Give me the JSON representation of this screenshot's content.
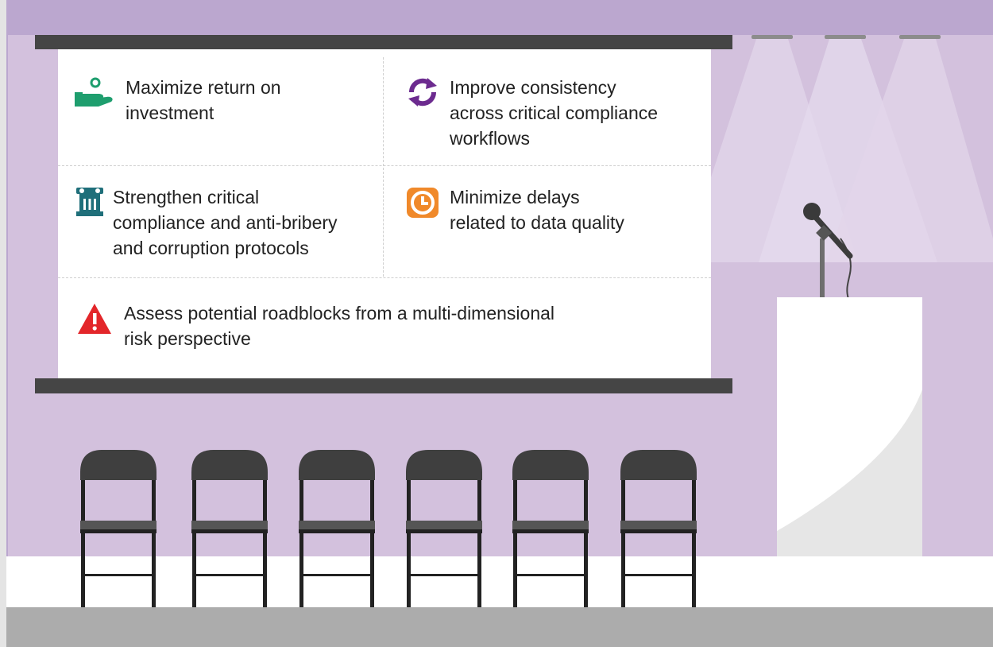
{
  "benefits": {
    "roi": "Maximize return on\ninvestment",
    "consistency": "Improve consistency\nacross critical compliance\nworkflows",
    "protocols": "Strengthen critical\ncompliance and anti-bribery\nand corruption protocols",
    "delays": "Minimize delays\nrelated to data quality",
    "risk": "Assess potential roadblocks from a multi-dimensional\nrisk perspective"
  },
  "icons": {
    "roi": "hand-coin-icon",
    "consistency": "refresh-arrows-icon",
    "protocols": "pillar-columns-icon",
    "delays": "clock-icon",
    "risk": "warning-icon"
  },
  "colors": {
    "wall": "#d3c1dd",
    "ceiling": "#bba7cf",
    "screen_frame": "#454545",
    "floor": "#acacac",
    "chair": "#3f3f3f",
    "green": "#1e9e6e",
    "purple": "#6c2b8f",
    "teal": "#1f6f7a",
    "orange": "#f0892a",
    "red": "#e3262a"
  }
}
